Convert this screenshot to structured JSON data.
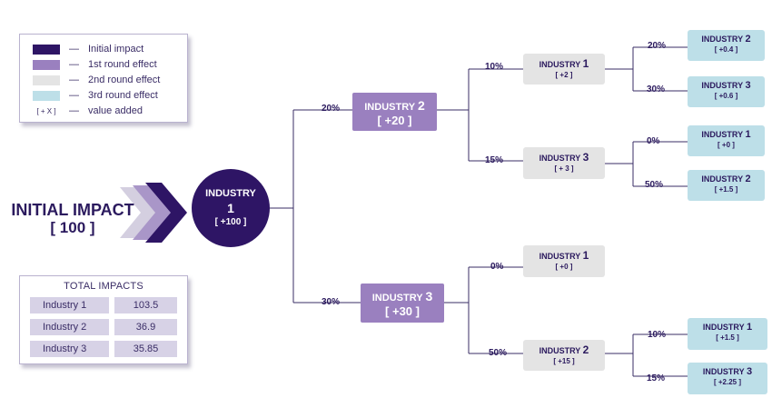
{
  "legend": {
    "items": [
      {
        "label": "Initial impact",
        "color": "#2e1565"
      },
      {
        "label": "1st round effect",
        "color": "#9a80bf"
      },
      {
        "label": "2nd round effect",
        "color": "#e4e4e4"
      },
      {
        "label": "3rd round effect",
        "color": "#bddfe8"
      }
    ],
    "value_key": "[ + X ]",
    "value_label": "value added",
    "dash": "—"
  },
  "initial": {
    "line1": "INITIAL IMPACT",
    "line2": "[ 100 ]"
  },
  "root": {
    "name": "INDUSTRY",
    "number": "1",
    "value": "[ +100 ]"
  },
  "first_round": [
    {
      "share": "20%",
      "name": "INDUSTRY",
      "number": "2",
      "value": "[ +20 ]"
    },
    {
      "share": "30%",
      "name": "INDUSTRY",
      "number": "3",
      "value": "[ +30 ]"
    }
  ],
  "second_round": [
    {
      "share": "10%",
      "name": "INDUSTRY",
      "number": "1",
      "value": "[ +2 ]"
    },
    {
      "share": "15%",
      "name": "INDUSTRY",
      "number": "3",
      "value": "[ + 3 ]"
    },
    {
      "share": "0%",
      "name": "INDUSTRY",
      "number": "1",
      "value": "[ +0 ]"
    },
    {
      "share": "50%",
      "name": "INDUSTRY",
      "number": "2",
      "value": "[ +15 ]"
    }
  ],
  "third_round": [
    {
      "share": "20%",
      "name": "INDUSTRY",
      "number": "2",
      "value": "[ +0.4 ]"
    },
    {
      "share": "30%",
      "name": "INDUSTRY",
      "number": "3",
      "value": "[ +0.6 ]"
    },
    {
      "share": "0%",
      "name": "INDUSTRY",
      "number": "1",
      "value": "[ +0 ]"
    },
    {
      "share": "50%",
      "name": "INDUSTRY",
      "number": "2",
      "value": "[ +1.5 ]"
    },
    {
      "share": "10%",
      "name": "INDUSTRY",
      "number": "1",
      "value": "[ +1.5 ]"
    },
    {
      "share": "15%",
      "name": "INDUSTRY",
      "number": "3",
      "value": "[ +2.25 ]"
    }
  ],
  "totals": {
    "title": "TOTAL IMPACTS",
    "rows": [
      {
        "name": "Industry 1",
        "value": "103.5"
      },
      {
        "name": "Industry 2",
        "value": "36.9"
      },
      {
        "name": "Industry 3",
        "value": "35.85"
      }
    ]
  },
  "colors": {
    "initial": "#2e1565",
    "first_round": "#9a80bf",
    "second_round": "#e4e4e4",
    "third_round": "#bddfe8",
    "connector": "#3a2d66"
  }
}
